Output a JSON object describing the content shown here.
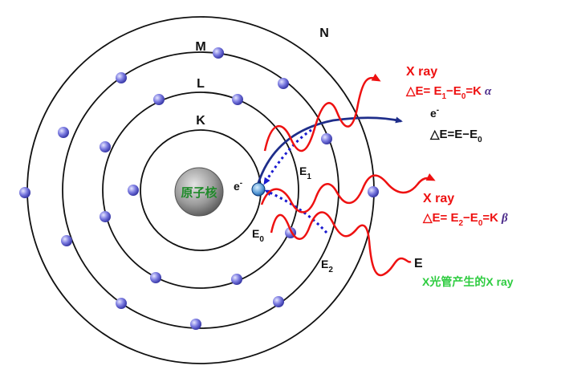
{
  "shells": {
    "k": "K",
    "l": "L",
    "m": "M",
    "n": "N"
  },
  "nucleus": "原子核",
  "electron": {
    "base": "e",
    "sup": "-"
  },
  "levels": {
    "e0": {
      "base": "E",
      "sub": "0"
    },
    "e1": {
      "base": "E",
      "sub": "1"
    },
    "e2": {
      "base": "E",
      "sub": "2"
    }
  },
  "ejected": {
    "label_base": "e",
    "label_sup": "-",
    "formula_prefix": "△E=E−E",
    "formula_sub": "0"
  },
  "xray_alpha": {
    "title": "X ray",
    "formula_prefix": "△E= E",
    "formula_sub1": "1",
    "formula_mid": "−E",
    "formula_sub2": "0",
    "formula_suffix": "=K",
    "greek": "α"
  },
  "xray_beta": {
    "title": "X ray",
    "formula_prefix": "△E= E",
    "formula_sub1": "2",
    "formula_mid": "−E",
    "formula_sub2": "0",
    "formula_suffix": "=K",
    "greek": "β"
  },
  "incident": {
    "label": "E",
    "caption": "X光管产生的X ray"
  },
  "colors": {
    "orbit": "#111111",
    "electron": "#6a6ad8",
    "nucleus": "#8a8a8a",
    "nucleus_text": "#1f8a2a",
    "xray": "#ee1111",
    "ejected_arrow": "#1e2d8a",
    "transition_dots": "#1a1ad0",
    "greek": "#4b2a8a",
    "caption": "#2ecc40"
  }
}
